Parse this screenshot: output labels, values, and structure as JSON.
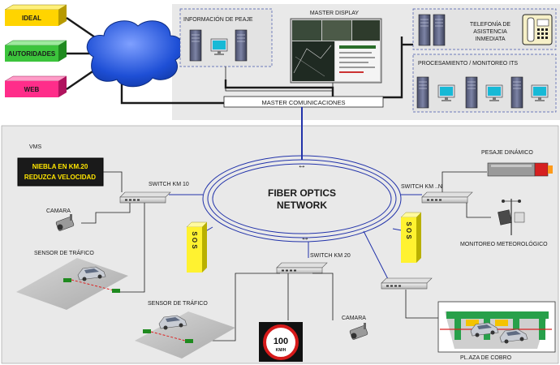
{
  "sources": {
    "ideal": "IDEAL",
    "autoridades": "AUTORIDADES",
    "web": "WEB"
  },
  "top": {
    "peaje_label": "INFORMACIÓN DE PEAJE",
    "master_display": "MASTER DISPLAY",
    "telefonia_l1": "TELEFONÍA DE",
    "telefonia_l2": "ASISTENCIA",
    "telefonia_l3": "INMEDIATA",
    "procesamiento": "PROCESAMIENTO / MONITOREO ITS",
    "master_comm": "MASTER COMUNICACIONES"
  },
  "network": {
    "line1": "FIBER OPTICS",
    "line2": "NETWORK",
    "arrow": "↔"
  },
  "field": {
    "vms": "VMS",
    "vms_line1": "NIEBLA EN KM.20",
    "vms_line2": "REDUZCA VELOCIDAD",
    "switch_km10": "SWITCH KM 10",
    "switch_kmn": "SWITCH KM ..N",
    "switch_km20": "SWITCH KM 20",
    "camara_left": "CAMARA",
    "camara_bottom": "CAMARA",
    "sensor_1": "SENSOR DE TRÁFICO",
    "sensor_2": "SENSOR DE TRÁFICO",
    "sos_left": "S O S",
    "sos_right": "S O S",
    "pesaje": "PESAJE DINÁMICO",
    "meteo": "MONITOREO METEOROLÓGICO",
    "plaza": "PL.AZA DE COBRO",
    "speed_value": "100",
    "speed_unit": "KM/H"
  },
  "colors": {
    "ideal": "#ffd400",
    "autoridades": "#3cc43c",
    "web": "#ff2d8a",
    "fiber": "#2233aa",
    "vms_text": "#ffe600",
    "sos": "#fff230"
  }
}
